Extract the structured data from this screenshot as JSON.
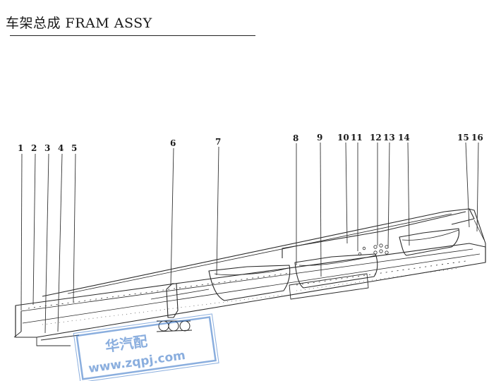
{
  "title": "车架总成 FRAM ASSY",
  "callouts": [
    "1",
    "2",
    "3",
    "4",
    "5",
    "6",
    "7",
    "8",
    "9",
    "10",
    "11",
    "12",
    "13",
    "14",
    "15",
    "16"
  ],
  "watermark": {
    "line1": "华汽配",
    "line2": "www.zqpj.com",
    "color": "#2b6cc4"
  },
  "icons": {
    "watermark_logo": "watermark-stamp-icon"
  }
}
